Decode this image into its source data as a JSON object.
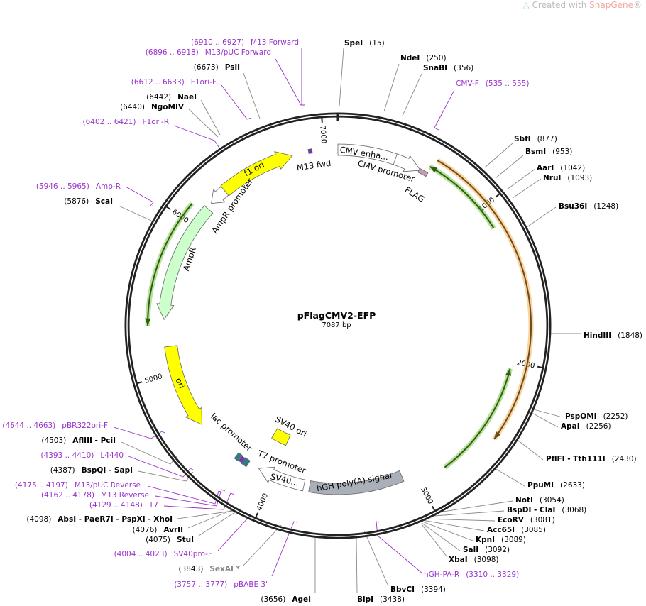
{
  "branding": {
    "text": "Created with ",
    "brand": "SnapGene",
    "reg": "®",
    "icon": "snapgene-logo-icon"
  },
  "plasmid": {
    "name": "pFlagCMV2-EFP",
    "length": "7087 bp"
  },
  "ticks": [
    "1000",
    "2000",
    "3000",
    "4000",
    "5000",
    "6000",
    "7000"
  ],
  "colors": {
    "primer": "#9933cc",
    "backbone": "#222222",
    "ori": "#ffff00",
    "ampr": "#ccffcc",
    "polyA": "#a9b0b8",
    "orf_green": "#7ac943",
    "efp_orange": "#f5b04a"
  },
  "features": {
    "f1_ori": "f1 ori",
    "m13_fwd": "M13 fwd",
    "cmv_enhancer": "CMV enha...",
    "cmv_promoter": "CMV promoter",
    "flag": "FLAG",
    "ampr_promoter": "AmpR promoter",
    "ampr": "AmpR",
    "ori": "ori",
    "lac_promoter": "lac promoter",
    "sv40_ori": "SV40 ori",
    "t7_promoter": "T7 promoter",
    "sv40_promoter": "SV40...",
    "hgh_polya": "hGH poly(A) signal"
  },
  "sites": [
    {
      "name": "SpeI",
      "pos": "(15)"
    },
    {
      "name": "NdeI",
      "pos": "(250)"
    },
    {
      "name": "SnaBI",
      "pos": "(356)"
    },
    {
      "name": "SbfI",
      "pos": "(877)"
    },
    {
      "name": "BsmI",
      "pos": "(953)"
    },
    {
      "name": "AarI",
      "pos": "(1042)"
    },
    {
      "name": "NruI",
      "pos": "(1093)"
    },
    {
      "name": "Bsu36I",
      "pos": "(1248)"
    },
    {
      "name": "HindIII",
      "pos": "(1848)"
    },
    {
      "name": "PspOMI",
      "pos": "(2252)"
    },
    {
      "name": "ApaI",
      "pos": "(2256)"
    },
    {
      "name": "PflFI  - Tth111I",
      "pos": "(2430)"
    },
    {
      "name": "PpuMI",
      "pos": "(2633)"
    },
    {
      "name": "NotI",
      "pos": "(3054)"
    },
    {
      "name": "BspDI  - ClaI",
      "pos": "(3068)"
    },
    {
      "name": "EcoRV",
      "pos": "(3081)"
    },
    {
      "name": "Acc65I",
      "pos": "(3085)"
    },
    {
      "name": "KpnI",
      "pos": "(3089)"
    },
    {
      "name": "SalI",
      "pos": "(3092)"
    },
    {
      "name": "XbaI",
      "pos": "(3098)"
    },
    {
      "name": "BbvCI",
      "pos": "(3394)"
    },
    {
      "name": "BlpI",
      "pos": "(3438)"
    },
    {
      "name": "AgeI",
      "pos": "(3656)"
    },
    {
      "name": "SexAI *",
      "pos": "(3843)"
    },
    {
      "name": "StuI",
      "pos": "(4075)"
    },
    {
      "name": "AvrII",
      "pos": "(4076)"
    },
    {
      "name": "AbsI  - PaeR7I - PspXI  - XhoI",
      "pos": "(4098)"
    },
    {
      "name": "BspQI  - SapI",
      "pos": "(4387)"
    },
    {
      "name": "AflIII  - PciI",
      "pos": "(4503)"
    },
    {
      "name": "ScaI",
      "pos": "(5876)"
    },
    {
      "name": "NgoMIV",
      "pos": "(6440)"
    },
    {
      "name": "NaeI",
      "pos": "(6442)"
    },
    {
      "name": "PsiI",
      "pos": "(6673)"
    }
  ],
  "primers": [
    {
      "name": "CMV-F",
      "range": "(535 .. 555)"
    },
    {
      "name": "hGH-PA-R",
      "range": "(3310 .. 3329)"
    },
    {
      "name": "pBABE 3'",
      "range": "(3757 .. 3777)"
    },
    {
      "name": "SV40pro-F",
      "range": "(4004 .. 4023)"
    },
    {
      "name": "T7",
      "range": "(4129 .. 4148)"
    },
    {
      "name": "M13 Reverse",
      "range": "(4162 .. 4178)"
    },
    {
      "name": "M13/pUC Reverse",
      "range": "(4175 .. 4197)"
    },
    {
      "name": "L4440",
      "range": "(4393 .. 4410)"
    },
    {
      "name": "pBR322ori-F",
      "range": "(4644 .. 4663)"
    },
    {
      "name": "Amp-R",
      "range": "(5946 .. 5965)"
    },
    {
      "name": "F1ori-R",
      "range": "(6402 .. 6421)"
    },
    {
      "name": "F1ori-F",
      "range": "(6612 .. 6633)"
    },
    {
      "name": "M13/pUC Forward",
      "range": "(6896 .. 6918)"
    },
    {
      "name": "M13 Forward",
      "range": "(6910 .. 6927)"
    }
  ]
}
